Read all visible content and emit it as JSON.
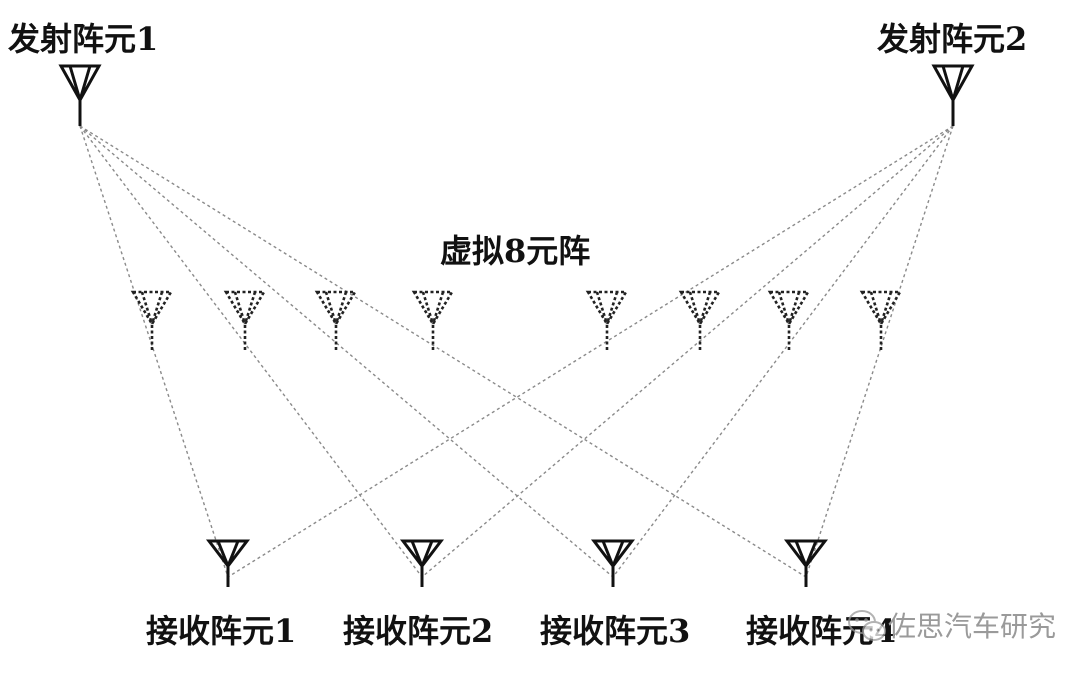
{
  "labels": {
    "tx1": "发射阵元1",
    "tx2": "发射阵元2",
    "virtual": "虚拟8元阵",
    "rx1": "接收阵元1",
    "rx2": "接收阵元2",
    "rx3": "接收阵元3",
    "rx4": "接收阵元4"
  },
  "watermark": {
    "text": "佐思汽车研究",
    "icon": "wechat-icon"
  },
  "colors": {
    "ink": "#111111",
    "ray": "#8a8a8a",
    "watermark": "#9a9a9a"
  }
}
